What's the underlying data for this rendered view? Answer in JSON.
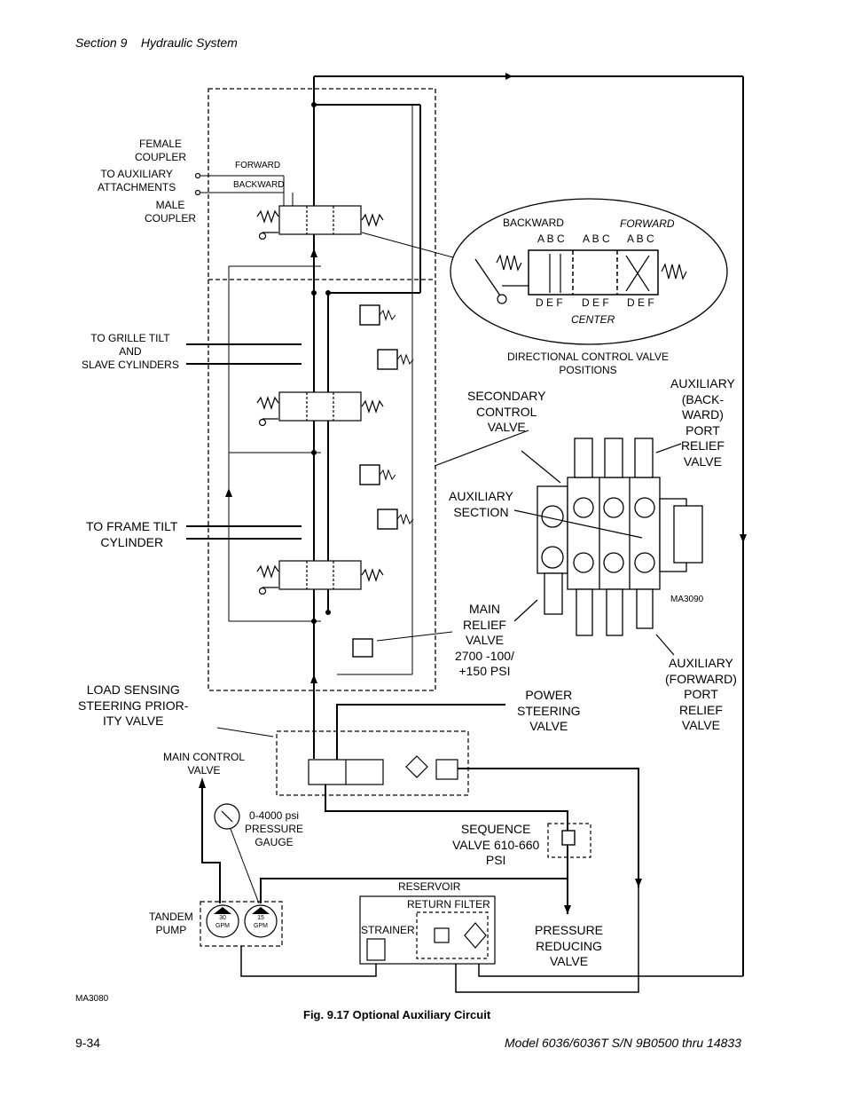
{
  "header": {
    "section": "Section 9    Hydraulic System"
  },
  "footer": {
    "page_number": "9-34",
    "model": "Model 6036/6036T S/N 9B0500 thru 14833"
  },
  "caption": "Fig. 9.17 Optional Auxiliary Circuit",
  "codes": {
    "figure_code": "MA3080",
    "photo_code": "MA3090"
  },
  "labels": {
    "female_coupler": "FEMALE\nCOUPLER",
    "to_aux_attachments": "TO AUXILIARY\nATTACHMENTS",
    "male_coupler": "MALE\nCOUPLER",
    "forward": "FORWARD",
    "backward": "BACKWARD",
    "to_grille_tilt": "TO GRILLE TILT\nAND\nSLAVE CYLINDERS",
    "to_frame_tilt": "TO FRAME TILT\nCYLINDER",
    "load_sensing": "LOAD SENSING\nSTEERING PRIOR-\nITY VALVE",
    "main_control_valve": "MAIN CONTROL\nVALVE",
    "pressure_gauge": "0-4000 psi\nPRESSURE\nGAUGE",
    "tandem_pump": "TANDEM\nPUMP",
    "pump_30": "30\nGPM",
    "pump_15": "15\nGPM",
    "reservoir": "RESERVOIR",
    "return_filter": "RETURN FILTER",
    "strainer": "STRAINER",
    "pressure_reducing": "PRESSURE\nREDUCING\nVALVE",
    "sequence_valve": "SEQUENCE\nVALVE 610-660\nPSI",
    "power_steering": "POWER\nSTEERING\nVALVE",
    "main_relief": "MAIN\nRELIEF\nVALVE\n2700 -100/\n+150 PSI",
    "aux_forward_relief": "AUXILIARY\n(FORWARD)\nPORT\nRELIEF\nVALVE",
    "aux_backward_relief": "AUXILIARY\n(BACK-\nWARD)\nPORT\nRELIEF\nVALVE",
    "secondary_control": "SECONDARY\nCONTROL\nVALVE",
    "auxiliary_section": "AUXILIARY\nSECTION",
    "dcv_positions": "DIRECTIONAL CONTROL VALVE\nPOSITIONS",
    "inset_backward": "BACKWARD",
    "inset_forward": "FORWARD",
    "inset_center": "CENTER",
    "abc": "A B C",
    "def": "D E F"
  }
}
